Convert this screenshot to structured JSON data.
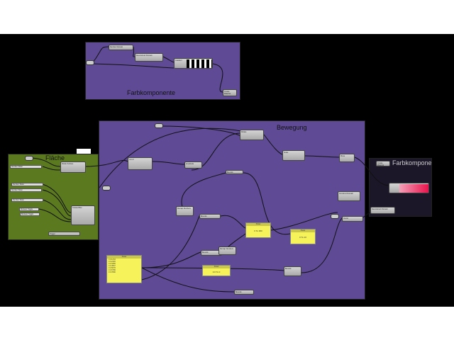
{
  "groups": {
    "color": "Farbkomponente",
    "surface": "Fläche",
    "motion": "Bewegung",
    "color2": "Farbkompone"
  },
  "colors": {
    "group_purple": "#5f4a96",
    "group_green": "#5b7a1f",
    "group_dark": "#1b1729",
    "panel": "#f6f25a",
    "gradient_red": "#e8104a"
  },
  "nodes": {
    "domain": "Number Domain",
    "deconstruct": "Deconstruct Domain",
    "gradient": "Gradient",
    "material": "Create Material",
    "divide": "Divide Surface",
    "twisted": "Twisted Box",
    "rotate": "Rotate",
    "scale": "Scale",
    "move": "Move",
    "remap1": "Remap Numbers",
    "bounds1": "Bounds",
    "remap2": "Remap Numbers",
    "bounds2": "Bounds",
    "vector": "Vector",
    "bounds3": "Bounds",
    "material2": "Create Material",
    "deconstruct2": "Deconstruct Domain",
    "trigger": "Trigger",
    "n1": "Unit Z",
    "n2": "Amplitude",
    "n3": "Bounds",
    "n4": "Construct Domain",
    "n5": "Bounds"
  },
  "sliders": [
    "Number Slider",
    "Number Slider",
    "Number Slider",
    "Number Slider"
  ],
  "toggles": [
    "Boolean Toggle",
    "Boolean Toggle"
  ],
  "panels": {
    "list_header": "Panel",
    "list": [
      "0 0.1234",
      "0 0.2345",
      "0 0.3456",
      "0 0.4567",
      "0 0.5678",
      "0 0.6789",
      "0 0.7890"
    ],
    "p1_header": "Panel",
    "p1": "0 To 360",
    "p2_header": "Panel",
    "p2": "0 To 10",
    "p3_header": "Panel",
    "p3": "0.0 To 0"
  }
}
